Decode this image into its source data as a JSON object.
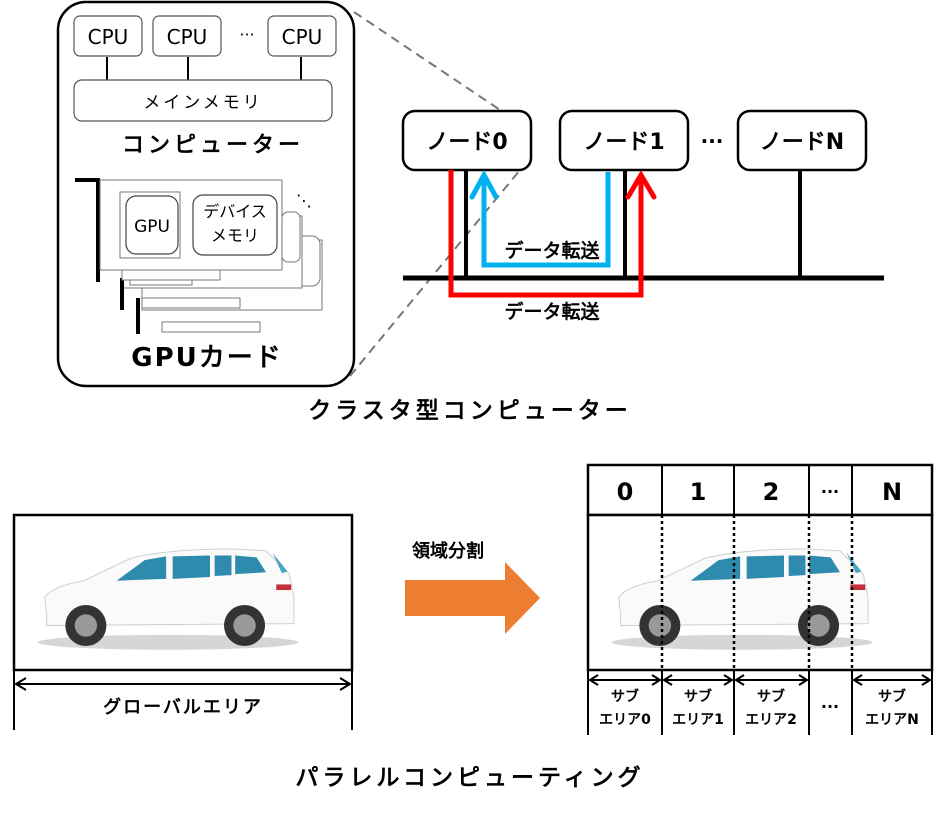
{
  "cluster": {
    "title": "クラスタ型コンピューター",
    "computer": {
      "cpus": [
        "CPU",
        "CPU",
        "CPU"
      ],
      "cpu_ellipsis": "···",
      "main_memory": "メインメモリ",
      "label": "コンピューター"
    },
    "gpu_card": {
      "gpu": "GPU",
      "device_memory_line1": "デバイス",
      "device_memory_line2": "メモリ",
      "ellipsis": "⋱",
      "label": "GPUカード"
    },
    "nodes": [
      "ノード0",
      "ノード1",
      "ノードN"
    ],
    "node_ellipsis": "···",
    "transfers": [
      {
        "label": "データ転送",
        "color": "#00b0f0"
      },
      {
        "label": "データ転送",
        "color": "#ff0000"
      }
    ]
  },
  "parallel": {
    "title": "パラレルコンピューティング",
    "global_area_label": "グローバルエリア",
    "split_label": "領域分割",
    "arrow_color": "#ed7d31",
    "columns": [
      "0",
      "1",
      "2",
      "···",
      "N"
    ],
    "sub_areas": [
      {
        "line1": "サブ",
        "line2": "エリア0"
      },
      {
        "line1": "サブ",
        "line2": "エリア1"
      },
      {
        "line1": "サブ",
        "line2": "エリア2"
      },
      {
        "line1": "",
        "line2": "···"
      },
      {
        "line1": "サブ",
        "line2": "エリアN"
      }
    ]
  }
}
